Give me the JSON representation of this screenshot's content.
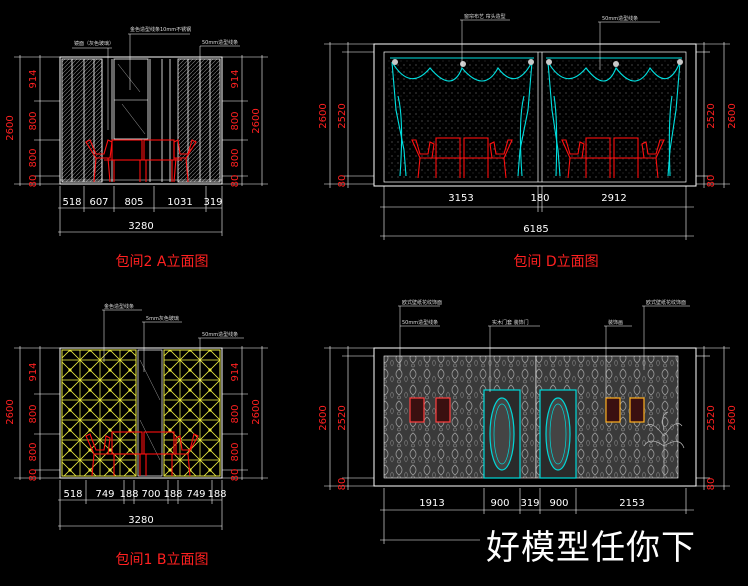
{
  "panels": {
    "a": {
      "title": "包间2 A立面图",
      "bottom_dims": [
        "518",
        "607",
        "805",
        "1031",
        "319"
      ],
      "total": "3280",
      "left_dims": [
        "2600",
        "914",
        "800",
        "800",
        "80"
      ],
      "right_dims": [
        "914",
        "2600",
        "800",
        "800",
        "80"
      ],
      "callouts": [
        "镜面（灰色玻璃）",
        "金色造型线条10mm不锈钢",
        "50mm造型线条"
      ]
    },
    "b": {
      "title": "包间1 B立面图",
      "bottom_dims": [
        "518",
        "749",
        "188",
        "700",
        "188",
        "749",
        "188"
      ],
      "total": "3280",
      "left_dims": [
        "2600",
        "914",
        "800",
        "800",
        "80"
      ],
      "right_dims": [
        "914",
        "2600",
        "800",
        "800",
        "80"
      ],
      "callouts": [
        "金色造型线条",
        "5mm灰色玻璃",
        "50mm造型线条"
      ]
    },
    "d": {
      "title": "包间 D立面图",
      "bottom_dims": [
        "3153",
        "180",
        "2912"
      ],
      "total": "6185",
      "left_dims": [
        "2600",
        "2520",
        "80"
      ],
      "right_dims": [
        "2520",
        "2600",
        "80"
      ],
      "callouts": [
        "窗帘布艺 帘头造型",
        "50mm造型线条"
      ]
    },
    "c": {
      "bottom_dims": [
        "1913",
        "900",
        "319",
        "900",
        "2153"
      ],
      "left_dims": [
        "2600",
        "2520",
        "80"
      ],
      "right_dims": [
        "2520",
        "2600",
        "80"
      ],
      "callouts": [
        "欧式壁纸花纹饰面",
        "50mm造型线条",
        "实木门套 装饰门",
        "装饰画",
        "欧式壁纸花纹饰面"
      ]
    }
  },
  "watermark": "好模型任你下",
  "colors": {
    "dim": "#ff2020",
    "line": "#ffffff",
    "chair": "#ff1010",
    "curtain": "#00e0e0",
    "lattice": "#ffff40",
    "door": "#00d8d8"
  }
}
